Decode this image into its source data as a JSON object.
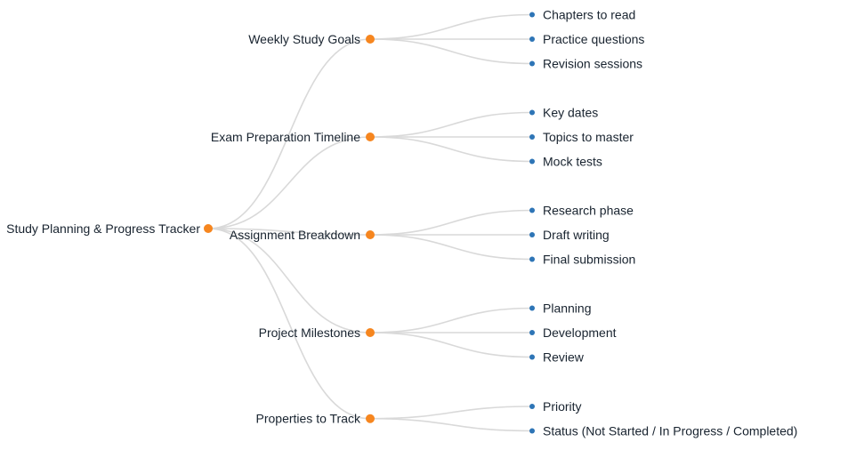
{
  "mindmap": {
    "root": {
      "label": "Study Planning & Progress Tracker"
    },
    "branches": [
      {
        "label": "Weekly Study Goals",
        "children": [
          "Chapters to read",
          "Practice questions",
          "Revision sessions"
        ]
      },
      {
        "label": "Exam Preparation Timeline",
        "children": [
          "Key dates",
          "Topics to master",
          "Mock tests"
        ]
      },
      {
        "label": "Assignment Breakdown",
        "children": [
          "Research phase",
          "Draft writing",
          "Final submission"
        ]
      },
      {
        "label": "Project Milestones",
        "children": [
          "Planning",
          "Development",
          "Review"
        ]
      },
      {
        "label": "Properties to Track",
        "children": [
          "Priority",
          "Status (Not Started / In Progress / Completed)"
        ]
      }
    ],
    "colors": {
      "parent_dot": "#f6861f",
      "leaf_dot": "#2e75b6",
      "link": "#d9d9d9",
      "text": "#18232f",
      "background": "#ffffff"
    }
  }
}
